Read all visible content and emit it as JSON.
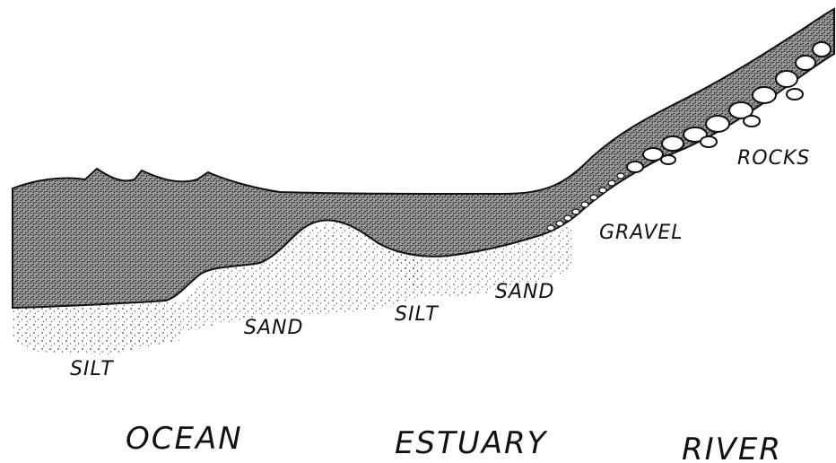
{
  "labels": {
    "rocks": "ROCKS",
    "gravel": "GRAVEL",
    "sand_estuary": "SAND",
    "silt_estuary": "SILT",
    "sand_ocean": "SAND",
    "silt_ocean": "SILT"
  },
  "regions": {
    "ocean": "OCEAN",
    "estuary": "ESTUARY",
    "river": "RIVER"
  },
  "colors": {
    "water_fill": "#777777",
    "ink": "#111111",
    "sediment_dots": "#222222",
    "rock_fill": "#ffffff"
  }
}
